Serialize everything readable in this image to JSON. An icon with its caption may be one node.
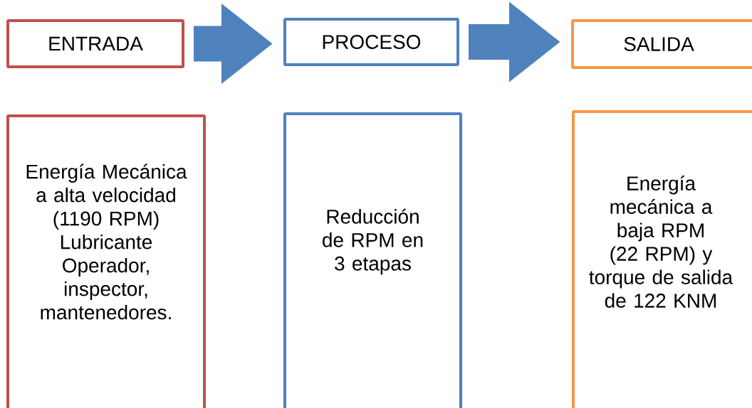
{
  "diagram": {
    "nodes": [
      {
        "text": [
          "ENTRADA"
        ]
      },
      {
        "text": [
          "PROCESO"
        ]
      },
      {
        "text": [
          "SALIDA"
        ]
      },
      {
        "text": [
          "Energía Mecánica a alta velocidad (1190 RPM) Lubricante Operador, inspector, mantenedores."
        ]
      },
      {
        "text": [
          "Reducción de RPM en 3 etapas"
        ]
      },
      {
        "text": [
          "Energía mecánica a baja RPM (22 RPM) y torque de salida de 122 KNM"
        ]
      }
    ],
    "edges": [
      {
        "from": 0,
        "to": 1,
        "arrow": "to"
      },
      {
        "from": 1,
        "to": 2,
        "arrow": "to"
      }
    ]
  }
}
